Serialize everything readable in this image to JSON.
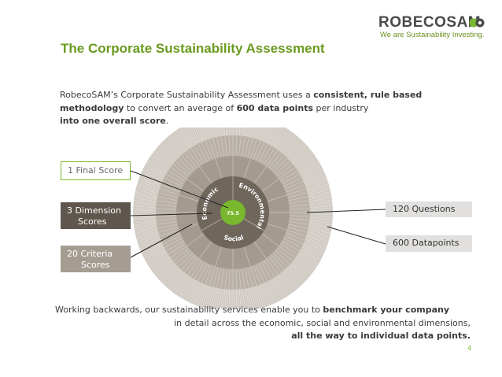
{
  "logo": {
    "word": "ROBECOSAM",
    "tagline": "We are Sustainability Investing."
  },
  "slide": {
    "title": "The Corporate Sustainability Assessment",
    "intro": {
      "p1": "RobecoSAM’s Corporate Sustainability Assessment uses a ",
      "b1": "consistent, rule based",
      "b2": "methodology",
      "p2": " to convert an average of ",
      "b3": "600 data points",
      "p3": " per industry",
      "b4": "into one overall score",
      "p4": "."
    },
    "labels": {
      "final": "1 Final Score",
      "dimension_line1": "3 Dimension",
      "dimension_line2": "Scores",
      "criteria_line1": "20 Criteria",
      "criteria_line2": "Scores",
      "questions": "120 Questions",
      "datapoints": "600 Datapoints"
    },
    "wheel": {
      "center_score": "75.5",
      "economic": "Economic",
      "environmental": "Environmental",
      "social": "Social"
    },
    "closing": {
      "line1_a": "Working backwards, our sustainability services enable you to ",
      "line1_b": "benchmark your company",
      "line2": "in detail across the economic, social and environmental dimensions,",
      "line3": "all the way to individual data points."
    },
    "page_number": "4"
  },
  "colors": {
    "accent_green": "#79b72e",
    "title_green": "#6a9a1f",
    "dimension_box": "#5f574e",
    "criteria_box": "#a59d92",
    "question_box": "#e2e0de"
  }
}
